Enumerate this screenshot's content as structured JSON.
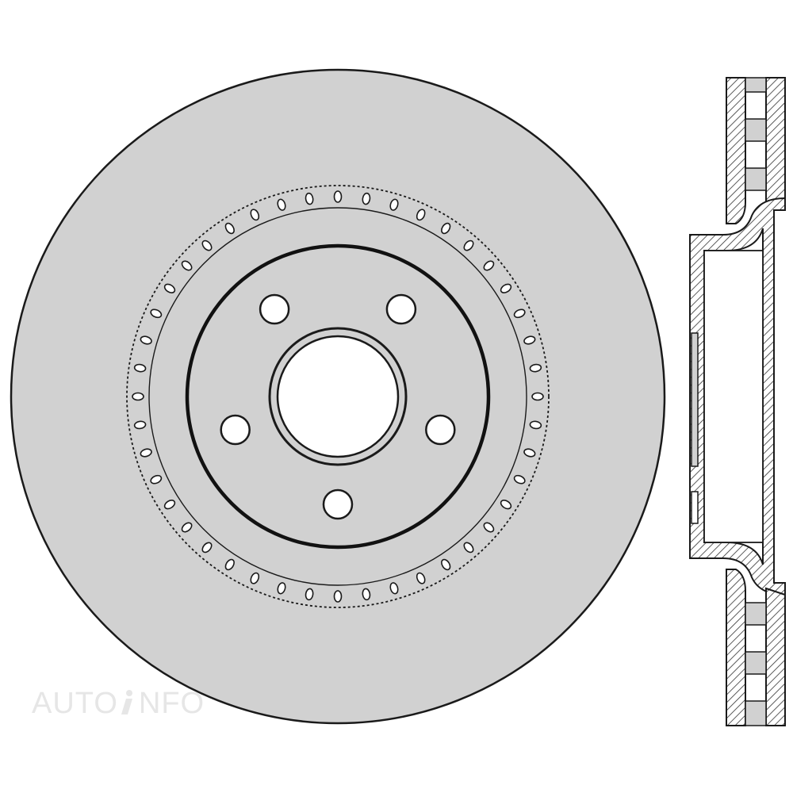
{
  "diagram": {
    "views": [
      "front-view",
      "cross-section-view"
    ],
    "bolt_holes": 5,
    "vent_notches": 44
  },
  "watermark": {
    "left_text": "AUTO",
    "right_text": "NFO"
  },
  "colors": {
    "disc_fill": "#d1d1d1",
    "outline": "#1a1a1a",
    "hole_fill": "#ffffff",
    "watermark": "#e6e6e6"
  }
}
